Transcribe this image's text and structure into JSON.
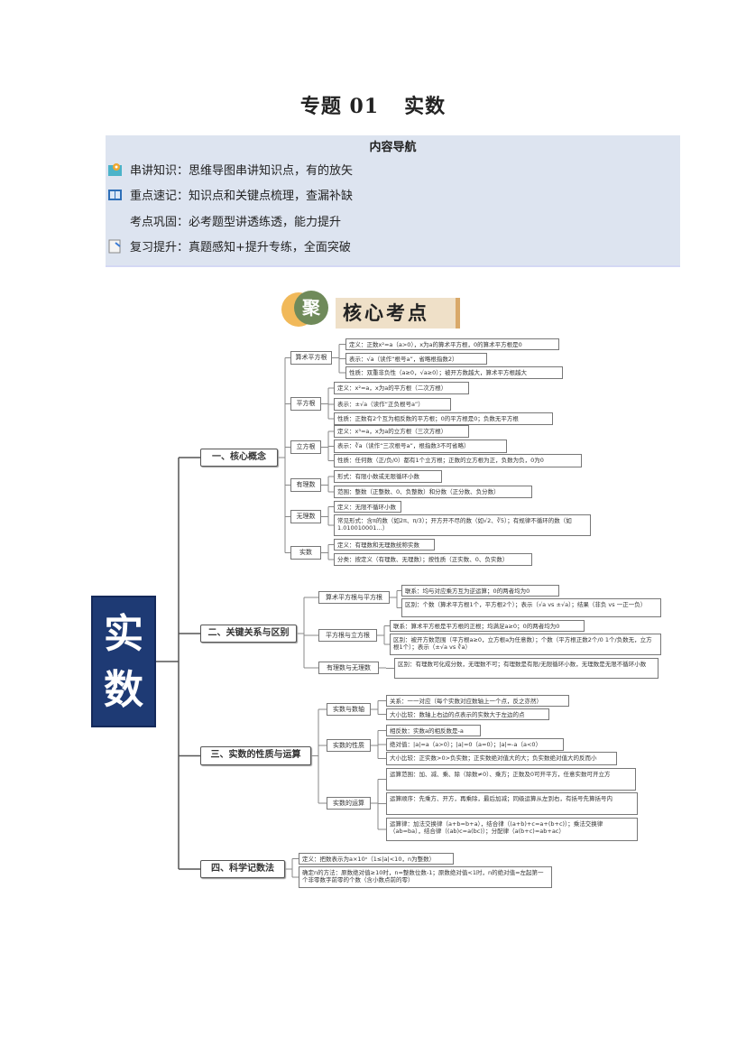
{
  "title": {
    "prefix": "专题 01",
    "name": "实数"
  },
  "nav": {
    "heading": "内容导航",
    "rows": [
      {
        "icon": "map-icon",
        "text": "串讲知识：思维导图串讲知识点，有的放矢"
      },
      {
        "icon": "book-icon",
        "text": "重点速记：知识点和关键点梳理，查漏补缺"
      },
      {
        "icon": "",
        "text": "考点巩固：必考题型讲透练透，能力提升"
      },
      {
        "icon": "document-icon",
        "text": "复习提升：真题感知+提升专练，全面突破"
      }
    ]
  },
  "banner": {
    "badge": "聚",
    "label": "核心考点"
  },
  "mindmap": {
    "root": "实数",
    "sections": [
      {
        "label": "一、核心概念",
        "children": [
          {
            "label": "算术平方根",
            "items": [
              "定义：正数x²=a（a>0），x为a的算术平方根，0的算术平方根是0",
              "表示：√a（读作“根号a”，省略根指数2）",
              "性质：双重非负性（a≥0，√a≥0）；被开方数越大，算术平方根越大"
            ]
          },
          {
            "label": "平方根",
            "items": [
              "定义：x²=a，x为a的平方根（二次方根）",
              "表示：±√a（读作“正负根号a”）",
              "性质：正数有2个互为相反数的平方根；0的平方根是0；负数无平方根"
            ]
          },
          {
            "label": "立方根",
            "items": [
              "定义：x³=a，x为a的立方根（三次方根）",
              "表示：∛a（读作“三次根号a”，根指数3不可省略）",
              "性质：任何数（正/负/0）都有1个立方根；正数的立方根为正，负数为负，0为0"
            ]
          },
          {
            "label": "有理数",
            "items": [
              "形式：有限小数或无限循环小数",
              "范围：整数（正整数、0、负整数）和分数（正分数、负分数）"
            ]
          },
          {
            "label": "无理数",
            "items": [
              "定义：无限不循环小数",
              "常见形式：含π的数（如2π、π/3）；开方开不尽的数（如√2、∛5）；有规律不循环的数（如1.010010001…）"
            ]
          },
          {
            "label": "实数",
            "items": [
              "定义：有理数和无理数统称实数",
              "分类：按定义（有理数、无理数）；按性质（正实数、0、负实数）"
            ]
          }
        ]
      },
      {
        "label": "二、关键关系与区别",
        "children": [
          {
            "label": "算术平方根与平方根",
            "items": [
              "联系：均与对应乘方互为逆运算；0的两者均为0",
              "区别：个数（算术平方根1个，平方根2个）；表示（√a vs ±√a）；结果（非负 vs 一正一负）"
            ]
          },
          {
            "label": "平方根与立方根",
            "items": [
              "联系：算术平方根是平方根的正根；均满足a≥0；0的两者均为0",
              "区别：被开方数范围（平方根a≥0，立方根a为任意数）；个数（平方根正数2个/0 1个/负数无，立方根1个）；表示（±√a vs ∛a）"
            ]
          },
          {
            "label": "有理数与无理数",
            "items": [
              "区别：有理数可化成分数，无理数不可；有理数是有限/无限循环小数，无理数是无限不循环小数"
            ]
          }
        ]
      },
      {
        "label": "三、实数的性质与运算",
        "children": [
          {
            "label": "实数与数轴",
            "items": [
              "关系：一一对应（每个实数对应数轴上一个点，反之亦然）",
              "大小比较：数轴上右边的点表示的实数大于左边的点"
            ]
          },
          {
            "label": "实数的性质",
            "items": [
              "相反数：实数a的相反数是-a",
              "绝对值：|a|=a（a>0）；|a|=0（a=0）；|a|=-a（a<0）",
              "大小比较：正实数>0>负实数；正实数绝对值大的大；负实数绝对值大的反而小"
            ]
          },
          {
            "label": "实数的运算",
            "items": [
              "运算范围：加、减、乘、除（除数≠0）、乘方；正数及0可开平方，任意实数可开立方",
              "运算顺序：先乘方、开方，再乘除，最后加减；同级运算从左到右，有括号先算括号内",
              "运算律：加法交换律（a+b=b+a），结合律（(a+b)+c=a+(b+c)）；乘法交换律（ab=ba），结合律（(ab)c=a(bc)）；分配律（a(b+c)=ab+ac）"
            ]
          }
        ]
      },
      {
        "label": "四、科学记数法",
        "children": [],
        "items": [
          "定义：把数表示为a×10ⁿ（1≤|a|<10，n为整数）",
          "确定n的方法：原数绝对值≥10时，n=整数位数-1；原数绝对值<1时，n的绝对值=左起第一个非零数字前零的个数（含小数点前的零）"
        ]
      }
    ]
  }
}
